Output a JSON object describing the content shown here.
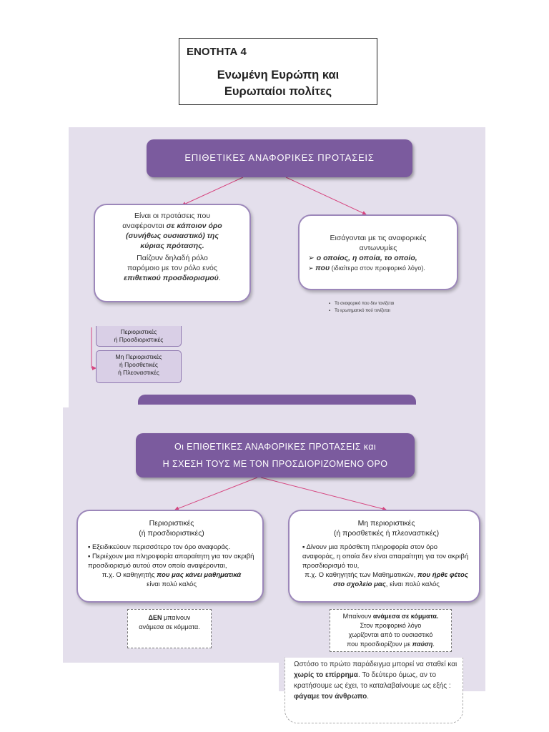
{
  "title_box": {
    "unit": "ΕΝΟΤΗΤΑ 4",
    "title_line1": "Ενωμένη Ευρώπη και",
    "title_line2": "Ευρωπαίοι πολίτες"
  },
  "section1": {
    "header": "ΕΠΙΘΕΤΙΚΕΣ ΑΝΑΦΟΡΙΚΕΣ ΠΡΟΤΑΣΕΙΣ",
    "left_card": {
      "l1": "Είναι οι προτάσεις που",
      "l2a": "αναφέρονται ",
      "l2b": "σε κάποιον όρο",
      "l3": "(συνήθως ουσιαστικό) της",
      "l4": "κύριας πρότασης.",
      "l5": "Παίζουν δηλαδή ρόλο",
      "l6": "παρόμοιο με τον ρόλο ενός",
      "l7a": "επιθετικού προσδιορισμού",
      "l7b": "."
    },
    "right_card": {
      "l1": "Εισάγονται με τις αναφορικές",
      "l2": "αντωνυμίες",
      "b1_marker": "➢",
      "b1": "ο οποίος, η οποία, το οποίο,",
      "b2_marker": "➢",
      "b2a": "που",
      "b2b": " (ιδιαίτερα στον προφορικό λόγο)."
    },
    "notes": [
      "Το αναφορικό που δεν τονίζεται",
      "Το ερωτηματικό πού τονίζεται"
    ],
    "small_box1": {
      "l1": "Περιοριστικές",
      "l2": "ή Προσδιοριστικές"
    },
    "small_box2": {
      "l1": "Μη Περιοριστικές",
      "l2": "ή Προσθετικές",
      "l3": "ή Πλεοναστικές"
    }
  },
  "section2": {
    "header_l1": "Οι ΕΠΙΘΕΤΙΚΕΣ ΑΝΑΦΟΡΙΚΕΣ ΠΡΟΤΑΣΕΙΣ και",
    "header_l2": "Η ΣΧΕΣΗ ΤΟΥΣ ΜΕ ΤΟΝ ΠΡΟΣΔΙΟΡΙΖΟΜΕΝΟ ΟΡΟ",
    "left": {
      "title1": "Περιοριστικές",
      "title2": "(ή προσδιοριστικές)",
      "bullet": "▪",
      "b1": "Εξειδικεύουν περισσότερο τον όρο αναφοράς.",
      "b2": "Περιέχουν μια πληροφορία απαραίτητη για τον ακριβή προσδιορισμό αυτού στον οποίο αναφέρονται,",
      "ex_a": "π.χ. Ο καθηγητής ",
      "ex_b": "που μας κάνει μαθηματικά",
      "ex_c": "είναι πολύ καλός"
    },
    "right": {
      "title1": "Μη περιοριστικές",
      "title2": "(ή προσθετικές ή πλεοναστικές)",
      "bullet": "▪",
      "b1": "Δίνουν μια πρόσθετη πληροφορία στον όρο αναφοράς, η οποία δεν είναι απαραίτητη για τον ακριβή προσδιορισμό του,",
      "ex_a": "π.χ. Ο καθηγητής των Μαθηματικών, ",
      "ex_b": "που ήρθε φέτος στο σχολείο μας",
      "ex_c": ", είναι πολύ καλός"
    },
    "note_left": {
      "a": "ΔΕΝ",
      "b": " μπαίνουν",
      "c": "ανάμεσα σε κόμματα."
    },
    "note_right": {
      "l1a": "Μπαίνουν ",
      "l1b": "ανάμεσα σε κόμματα.",
      "l2": "Στον προφορικό λόγο",
      "l3": "χωρίζονται από το ουσιαστικό",
      "l4a": "που προσδιορίζουν με ",
      "l4b": "παύση",
      "l4c": "."
    },
    "final": {
      "a": "Ωστόσο το πρώτο παράδειγμα μπορεί να σταθεί και ",
      "b": "χωρίς το επίρρημα",
      "c": ". Το δεύτερο όμως, αν το κρατήσουμε ως έχει, το καταλαβαίνουμε ως εξής : ",
      "d": "φάγαμε τον άνθρωπο",
      "e": "."
    }
  }
}
